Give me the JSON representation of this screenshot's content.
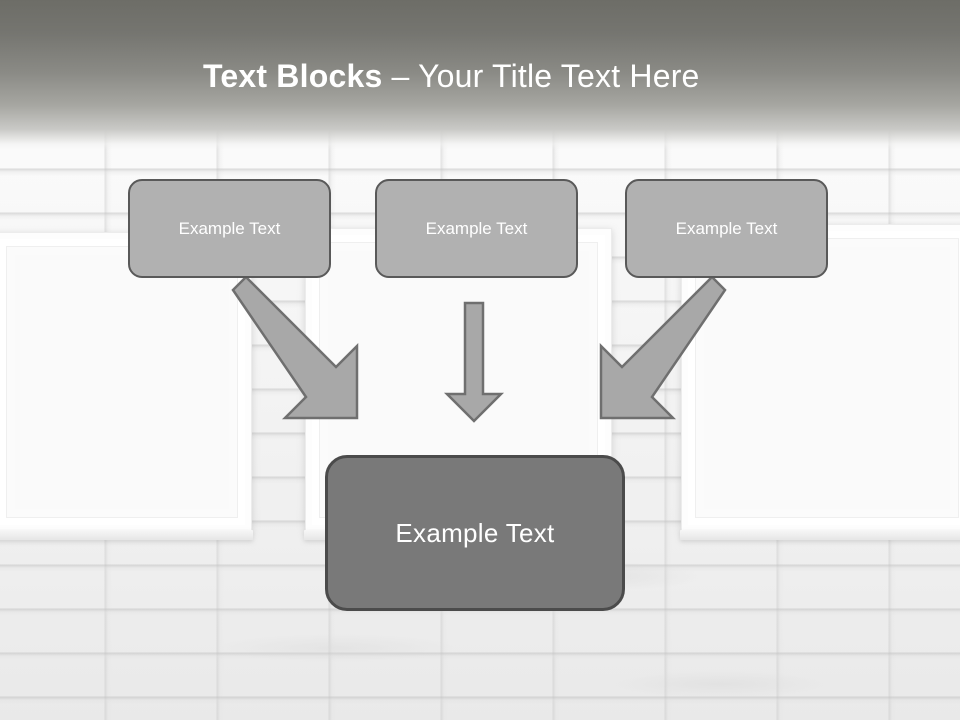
{
  "slide": {
    "title": {
      "bold_part": "Text Blocks",
      "separator": " – ",
      "regular_part": "Your Title Text Here",
      "color": "#ffffff"
    },
    "colors": {
      "band_top": "#6d6d67",
      "band_bottom": "#c9c9c6",
      "top_box_fill": "#b1b1b1",
      "top_box_border": "#595959",
      "bottom_box_fill": "#797979",
      "bottom_box_border": "#4b4b4b",
      "arrow_fill": "#a8a8a8",
      "arrow_border": "#6f6f6f",
      "wall": "#f4f4f4"
    },
    "top_boxes": [
      {
        "label": "Example Text"
      },
      {
        "label": "Example Text"
      },
      {
        "label": "Example Text"
      }
    ],
    "bottom_box": {
      "label": "Example Text"
    },
    "arrows": [
      {
        "name": "arrow-left-diagonal",
        "direction": "down-right"
      },
      {
        "name": "arrow-middle-vertical",
        "direction": "down"
      },
      {
        "name": "arrow-right-diagonal",
        "direction": "down-left"
      }
    ],
    "background": {
      "description": "white painted brick wall",
      "frames": [
        {
          "name": "picture-frame-left"
        },
        {
          "name": "picture-frame-center"
        },
        {
          "name": "picture-frame-right"
        }
      ]
    }
  }
}
